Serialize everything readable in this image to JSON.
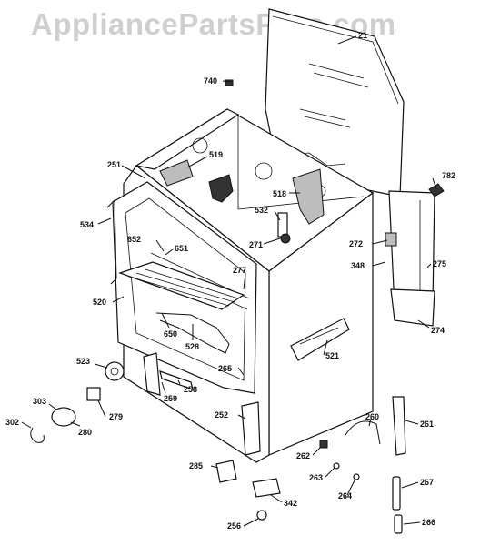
{
  "watermark": "AppliancePartsPros.com",
  "labels": {
    "l21": "21",
    "l740": "740",
    "l519": "519",
    "l251": "251",
    "l782": "782",
    "l518": "518",
    "l532": "532",
    "l534": "534",
    "l652": "652",
    "l651": "651",
    "l271": "271",
    "l272": "272",
    "l277": "277",
    "l348": "348",
    "l275": "275",
    "l520": "520",
    "l650": "650",
    "l528": "528",
    "l274": "274",
    "l521": "521",
    "l523": "523",
    "l265": "265",
    "l259": "259",
    "l258": "258",
    "l303": "303",
    "l279": "279",
    "l252": "252",
    "l260": "260",
    "l261": "261",
    "l302": "302",
    "l280": "280",
    "l262": "262",
    "l263": "263",
    "l264": "264",
    "l285": "285",
    "l267": "267",
    "l342": "342",
    "l256": "256",
    "l266": "266"
  }
}
